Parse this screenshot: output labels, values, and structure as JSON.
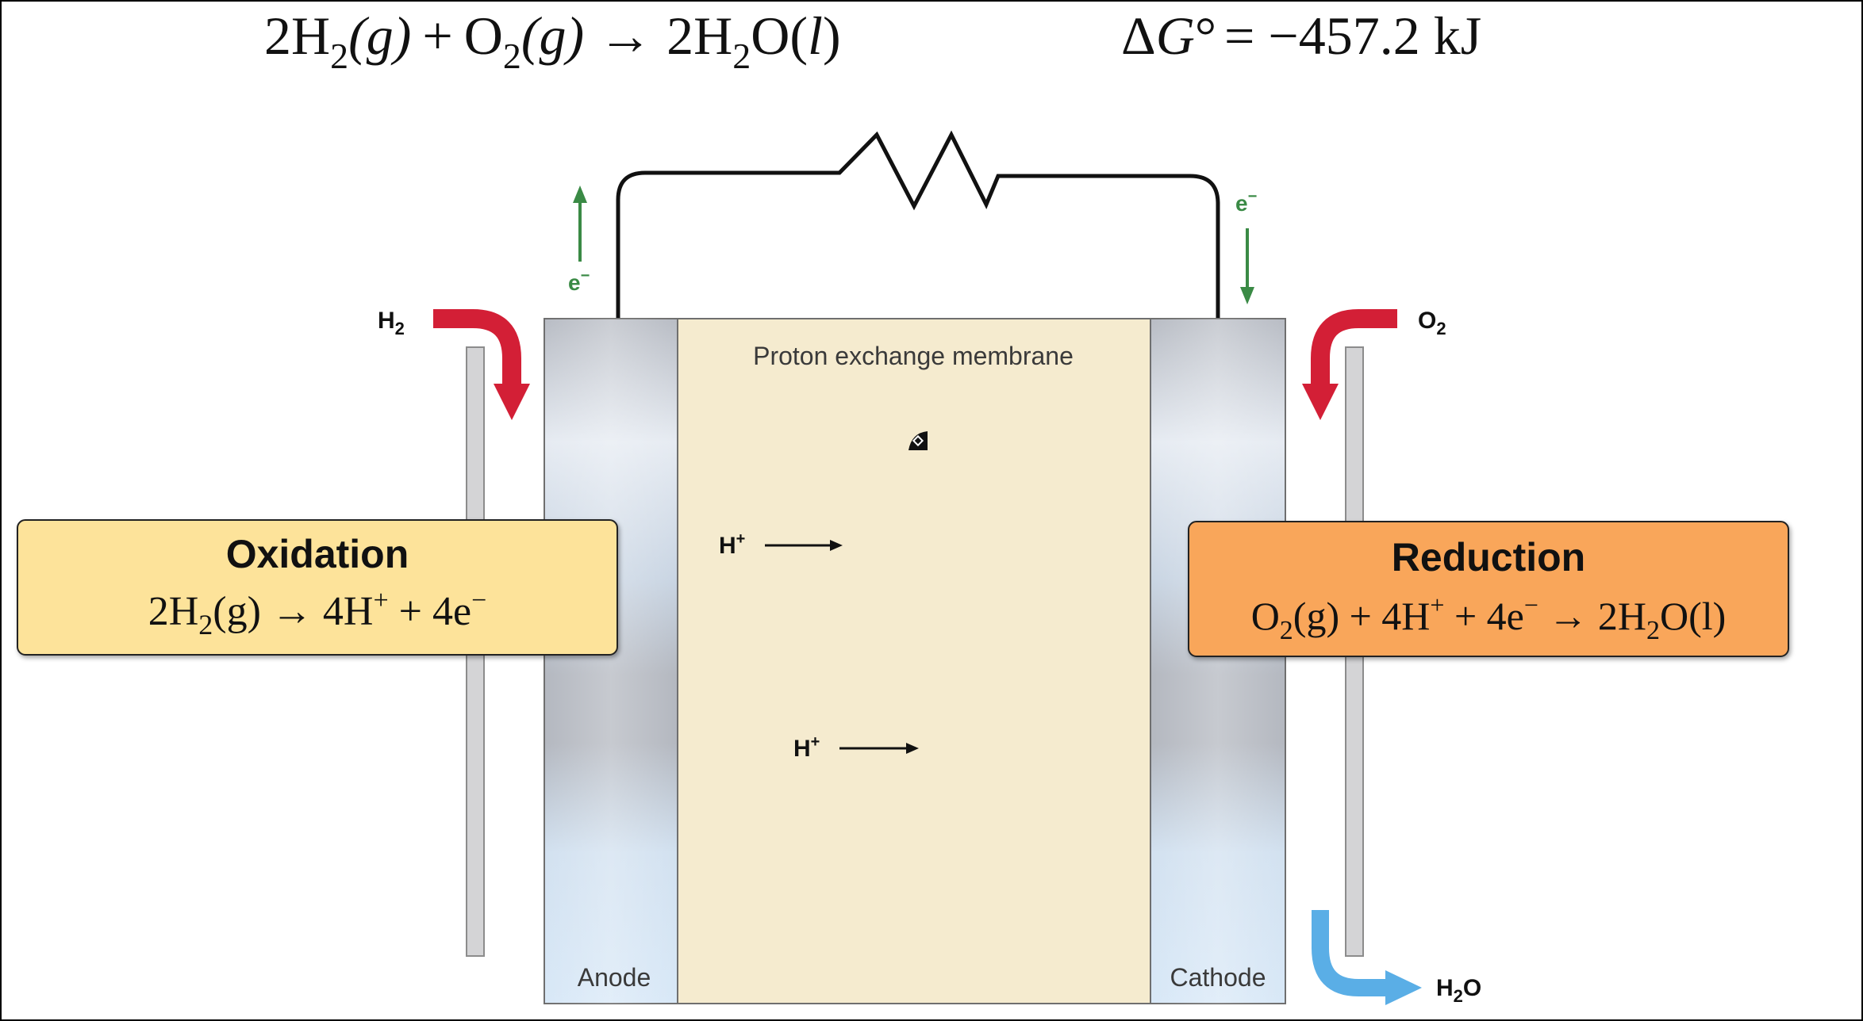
{
  "equation": {
    "reactant1_coef": "2H",
    "reactant1_sub": "2",
    "reactant1_state": "(g)",
    "plus": "+",
    "reactant2": "O",
    "reactant2_sub": "2",
    "reactant2_state": "(g)",
    "arrow": "→",
    "product_coef": "2H",
    "product_sub": "2",
    "product_mid": "O(",
    "product_state": "l",
    "product_close": ")"
  },
  "gibbs": {
    "delta": "Δ",
    "symbol": "G",
    "degree": "°",
    "value": "= −457.2 kJ"
  },
  "labels": {
    "electron_anode_base": "e",
    "electron_anode_sup": "−",
    "electron_cathode_base": "e",
    "electron_cathode_sup": "−",
    "h2_base": "H",
    "h2_sub": "2",
    "o2_base": "O",
    "o2_sub": "2",
    "h2o_base": "H",
    "h2o_sub": "2",
    "h2o_end": "O",
    "membrane": "Proton exchange membrane",
    "anode": "Anode",
    "cathode": "Cathode",
    "proton1_base": "H",
    "proton1_sup": "+",
    "proton2_base": "H",
    "proton2_sup": "+"
  },
  "oxidation": {
    "title": "Oxidation",
    "eq_a": "2H",
    "eq_a_sub": "2",
    "eq_b": "(g) → 4H",
    "eq_b_sup": "+",
    "eq_c": " + 4e",
    "eq_c_sup": "−"
  },
  "reduction": {
    "title": "Reduction",
    "eq_a": "O",
    "eq_a_sub": "2",
    "eq_b": "(g) + 4H",
    "eq_b_sup": "+",
    "eq_c": " + 4e",
    "eq_c_sup": "−",
    "eq_d": " → 2H",
    "eq_d_sub": "2",
    "eq_e": "O(l)"
  },
  "colors": {
    "electron_green": "#3a8a45",
    "reactant_red": "#d31f36",
    "water_blue": "#5aaee6",
    "membrane_fill": "#f5ebcf",
    "oxidation_fill": "#fde39a",
    "reduction_fill": "#f9a65a"
  }
}
